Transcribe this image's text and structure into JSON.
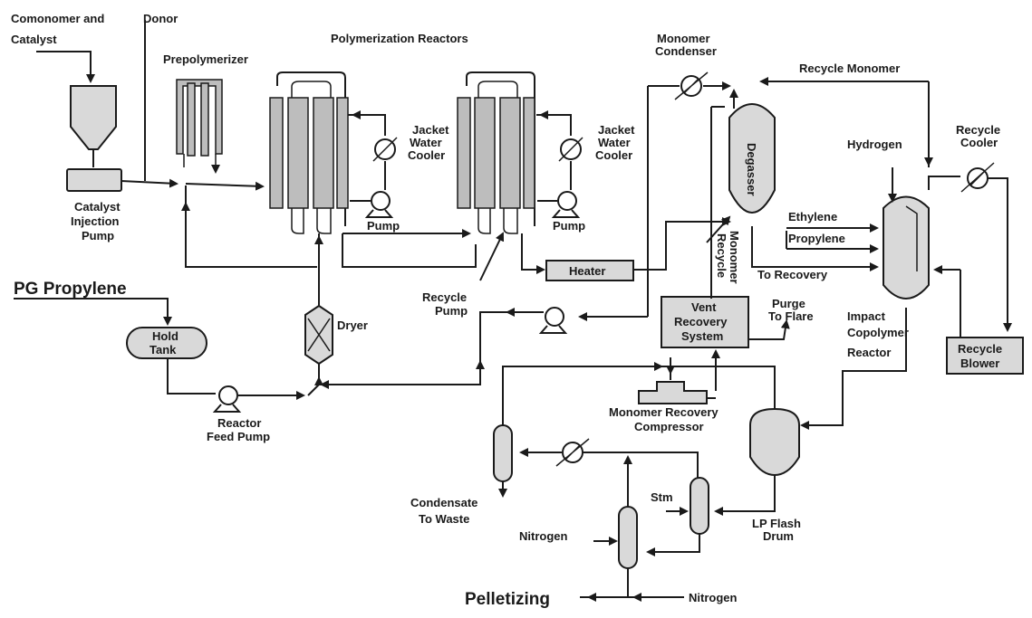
{
  "diagram": {
    "labels": {
      "comonomer": "Comonomer and",
      "catalyst": "Catalyst",
      "donor": "Donor",
      "prepolymerizer": "Prepolymerizer",
      "polymerization_reactors": "Polymerization Reactors",
      "monomer_condenser_1": "Monomer",
      "monomer_condenser_2": "Condenser",
      "recycle_monomer": "Recycle Monomer",
      "jacket_water_cooler_1a": "Jacket",
      "jacket_water_cooler_1b": "Water",
      "jacket_water_cooler_1c": "Cooler",
      "jacket_water_cooler_2a": "Jacket",
      "jacket_water_cooler_2b": "Water",
      "jacket_water_cooler_2c": "Cooler",
      "degasser": "Degasser",
      "recycle_cooler_1": "Recycle",
      "recycle_cooler_2": "Cooler",
      "hydrogen": "Hydrogen",
      "catalyst_injection_pump_1": "Catalyst",
      "catalyst_injection_pump_2": "Injection",
      "catalyst_injection_pump_3": "Pump",
      "pump_1": "Pump",
      "pump_2": "Pump",
      "ethylene": "Ethylene",
      "propylene": "Propylene",
      "monomer_recycle_1": "Monomer",
      "monomer_recycle_2": "Recycle",
      "heater": "Heater",
      "to_recovery": "To Recovery",
      "pg_propylene": "PG Propylene",
      "recycle_pump_1": "Recycle",
      "recycle_pump_2": "Pump",
      "vent_recovery_1": "Vent",
      "vent_recovery_2": "Recovery",
      "vent_recovery_3": "System",
      "purge_1": "Purge",
      "purge_2": "To Flare",
      "impact_1": "Impact",
      "impact_2": "Copolymer",
      "impact_3": "Reactor",
      "hold_tank_1": "Hold",
      "hold_tank_2": "Tank",
      "dryer": "Dryer",
      "recycle_blower_1": "Recycle",
      "recycle_blower_2": "Blower",
      "monomer_recovery_1": "Monomer Recovery",
      "monomer_recovery_2": "Compressor",
      "reactor_feed_pump_1": "Reactor",
      "reactor_feed_pump_2": "Feed Pump",
      "condensate_1": "Condensate",
      "condensate_2": "To Waste",
      "stm": "Stm",
      "nitrogen_1": "Nitrogen",
      "lp_flash_1": "LP Flash",
      "lp_flash_2": "Drum",
      "pelletizing": "Pelletizing",
      "nitrogen_2": "Nitrogen"
    }
  }
}
